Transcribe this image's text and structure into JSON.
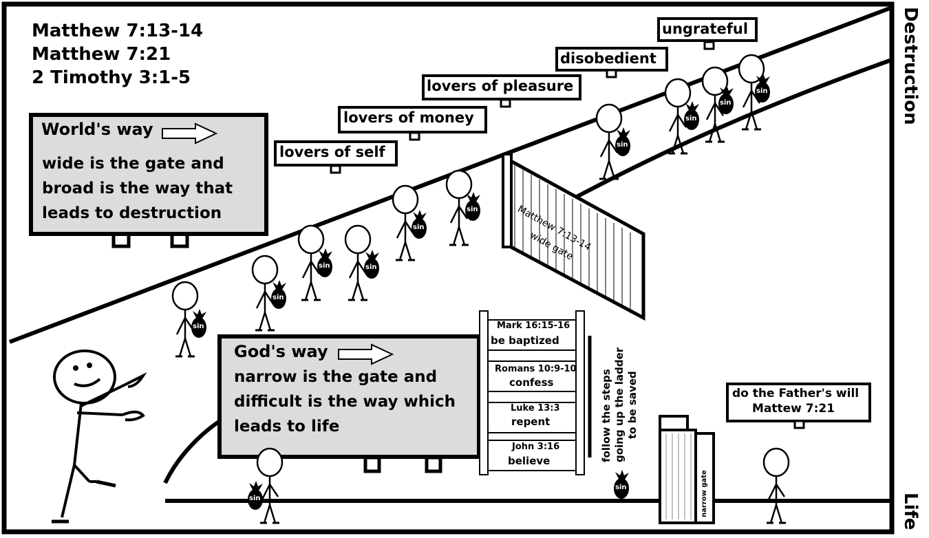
{
  "references": [
    "Matthew 7:13-14",
    "Matthew 7:21",
    "2 Timothy 3:1-5"
  ],
  "side_labels": {
    "top": "Destruction",
    "bottom": "Life"
  },
  "worlds_way": {
    "title": "World's way",
    "lines": [
      "wide is the gate and",
      "broad is the way that",
      "leads to destruction"
    ]
  },
  "gods_way": {
    "title": "God's way",
    "lines": [
      "narrow is the gate and",
      "difficult is the way which",
      "leads to life"
    ]
  },
  "road_signs": [
    "lovers of self",
    "lovers of money",
    "lovers of pleasure",
    "disobedient",
    "ungrateful"
  ],
  "wide_gate": {
    "ref": "Matthew 7:13-14",
    "label": "wide gate"
  },
  "narrow_gate": {
    "label": "narrow gate"
  },
  "ladder_steps": [
    {
      "ref": "Mark 16:15-16",
      "action": "be baptized"
    },
    {
      "ref": "Romans 10:9-10",
      "action": "confess"
    },
    {
      "ref": "Luke 13:3",
      "action": "repent"
    },
    {
      "ref": "John 3:16",
      "action": "believe"
    }
  ],
  "ladder_note": [
    "follow the steps",
    "going up the ladder",
    "to be saved"
  ],
  "father_sign": {
    "line1": "do the Father's will",
    "line2": "Mattew 7:21"
  },
  "sin_label": "sin"
}
